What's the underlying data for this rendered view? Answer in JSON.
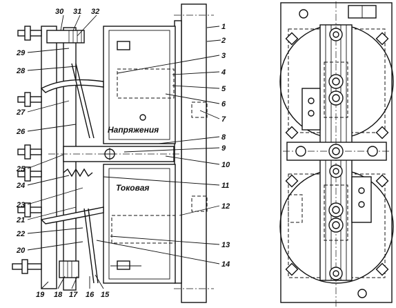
{
  "callouts": {
    "n1": "1",
    "n2": "2",
    "n3": "3",
    "n4": "4",
    "n5": "5",
    "n6": "6",
    "n7": "7",
    "n8": "8",
    "n9": "9",
    "n10": "10",
    "n11": "11",
    "n12": "12",
    "n13": "13",
    "n14": "14",
    "n15": "15",
    "n16": "16",
    "n17": "17",
    "n18": "18",
    "n19": "19",
    "n20": "20",
    "n21": "21",
    "n22": "22",
    "n23": "23",
    "n24": "24",
    "n25": "25",
    "n26": "26",
    "n27": "27",
    "n28": "28",
    "n29": "29",
    "n30": "30",
    "n31": "31",
    "n32": "32"
  },
  "captions": {
    "voltage_coil": "Напряжения",
    "current_coil": "Токовая"
  }
}
